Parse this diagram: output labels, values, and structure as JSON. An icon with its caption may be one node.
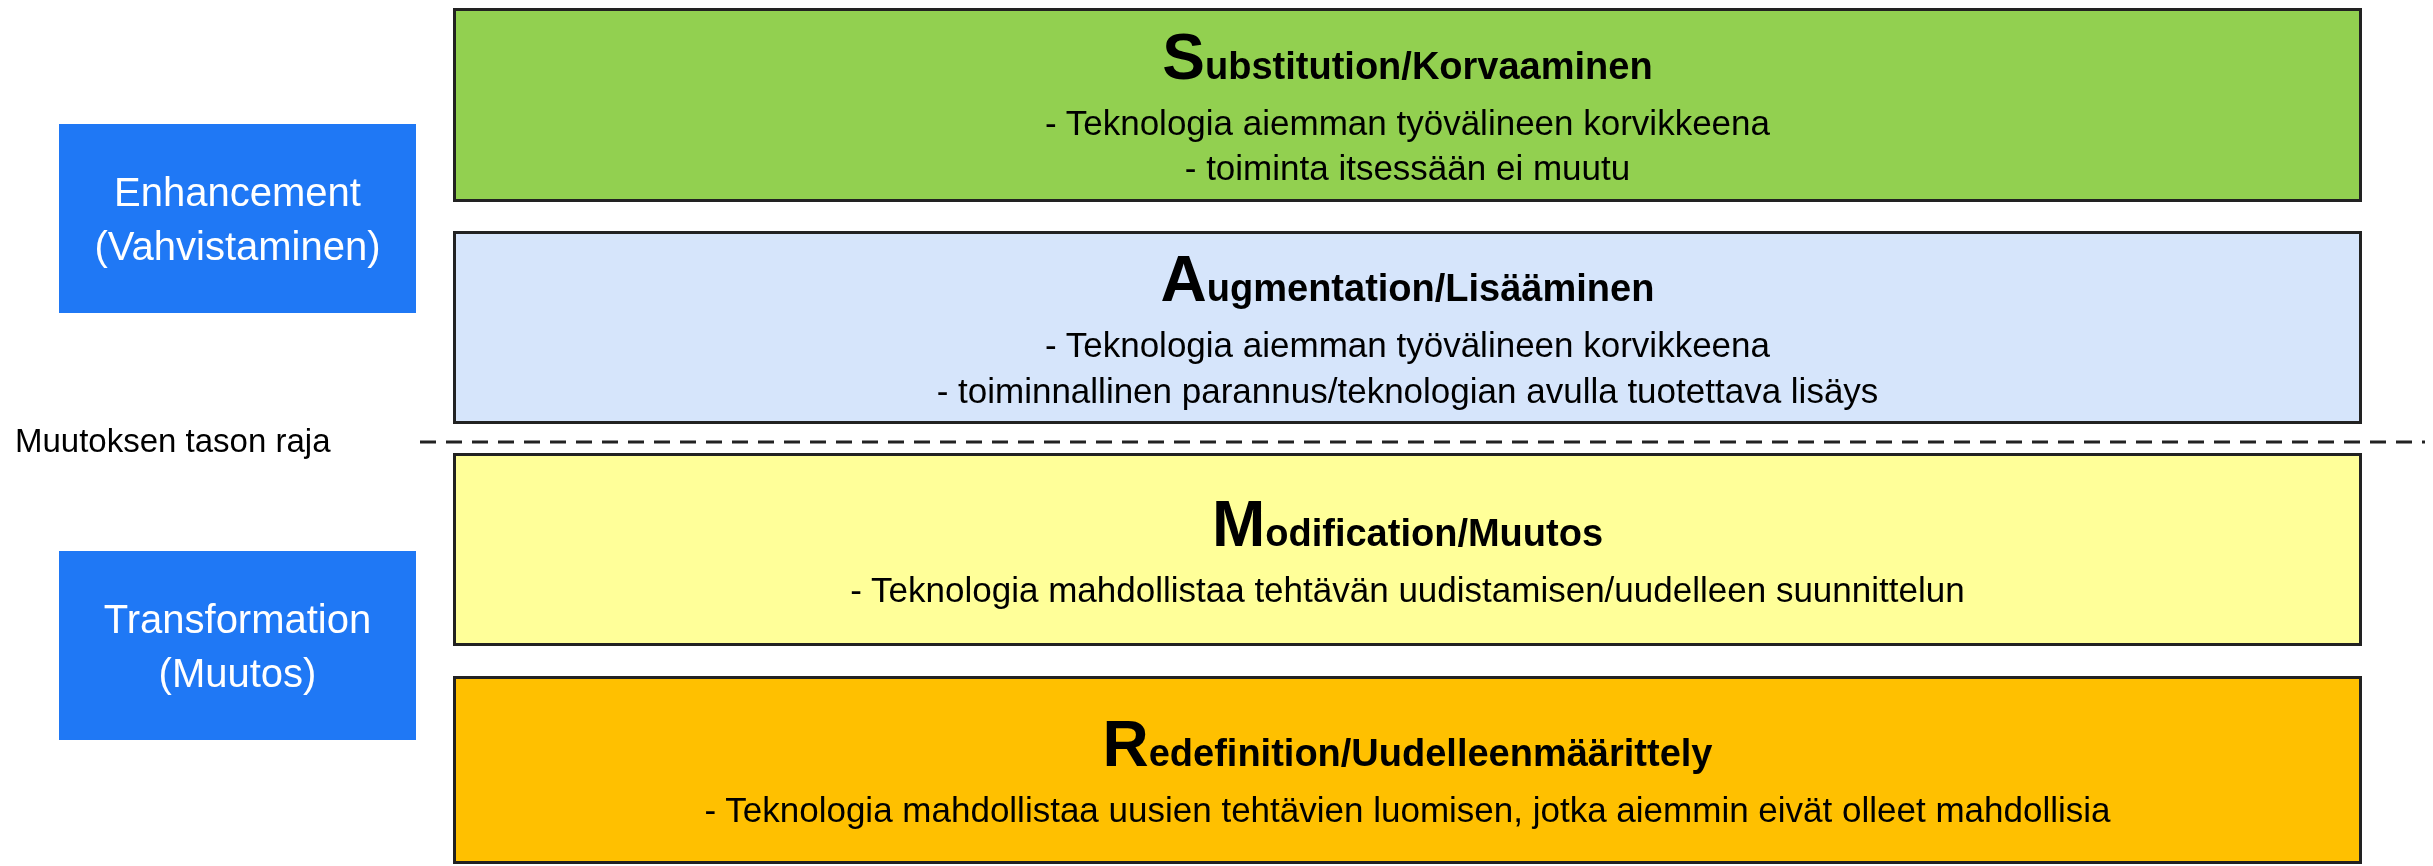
{
  "diagram": {
    "nodes": [
      {
        "text": [
          "Enhancement (Vahvistaminen)"
        ]
      },
      {
        "text": [
          "Transformation (Muutos)"
        ]
      },
      {
        "text": [
          "Substitution/Korvaaminen",
          "- Teknologia aiemman työvälineen korvikkeena",
          "- toiminta itsessään ei muutu"
        ]
      },
      {
        "text": [
          "Augmentation/Lisääminen",
          "- Teknologia aiemman työvälineen korvikkeena",
          "- toiminnallinen parannus/teknologian avulla tuotettava lisäys"
        ]
      },
      {
        "text": [
          "Modification/Muutos",
          "- Teknologia mahdollistaa tehtävän uudistamisen/uudelleen suunnittelun"
        ]
      },
      {
        "text": [
          "Redefinition/Uudelleenmäärittely",
          "- Teknologia mahdollistaa uusien tehtävien luomisen, jotka aiemmin eivät olleet mahdollisia"
        ]
      }
    ],
    "edges": [],
    "labels": [
      "Muutoksen tason raja"
    ]
  }
}
